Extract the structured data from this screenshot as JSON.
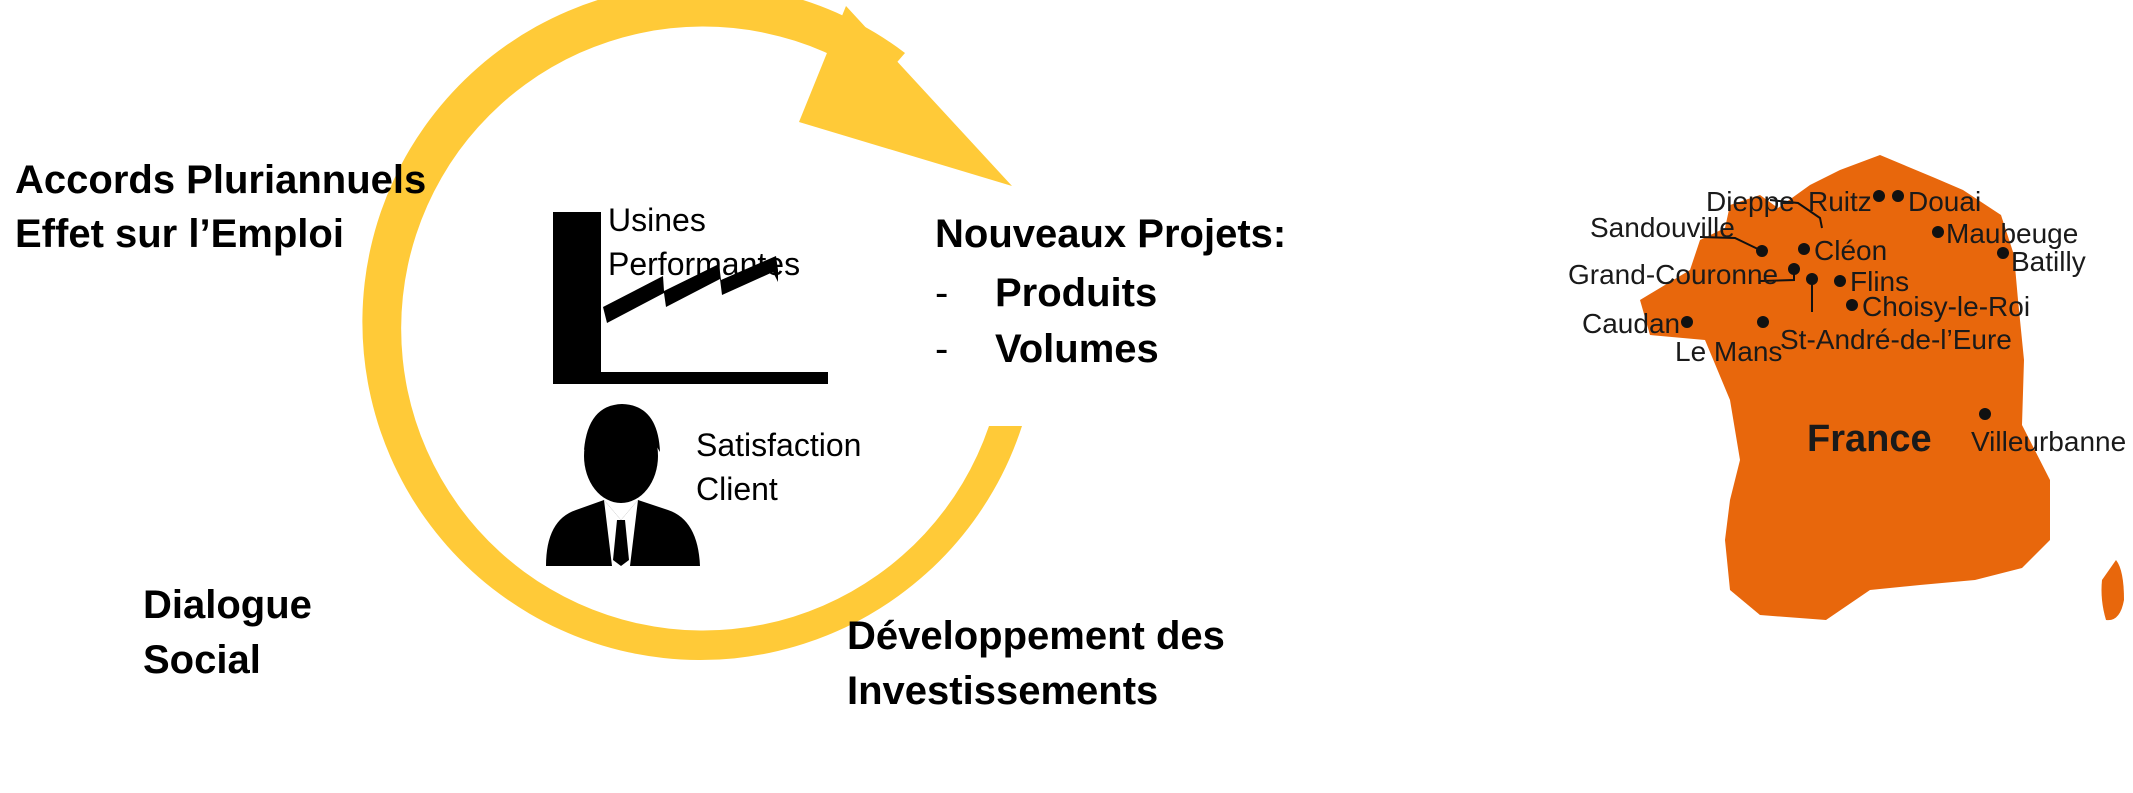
{
  "cycle": {
    "arrow_color": "#FFCA38",
    "labels": {
      "top_left": [
        "Accords Pluriannuels",
        "Effet sur l’Emploi"
      ],
      "bottom_left": [
        "Dialogue",
        "Social"
      ],
      "bottom_right": [
        "Développement des",
        "Investissements"
      ]
    }
  },
  "center": {
    "factory_icon": "factory-icon",
    "factory_label": [
      "Usines",
      "Performantes"
    ],
    "person_icon": "business-person-icon",
    "person_label": [
      "Satisfaction",
      "Client"
    ]
  },
  "projects": {
    "title": "Nouveaux Projets:",
    "items": [
      {
        "bullet": "-",
        "label": "Produits"
      },
      {
        "bullet": "-",
        "label": "Volumes"
      }
    ]
  },
  "map": {
    "fill_color": "#E8670C",
    "country": "France",
    "cities": [
      "Dieppe",
      "Ruitz",
      "Douai",
      "Sandouville",
      "Maubeuge",
      "Cléon",
      "Batilly",
      "Grand-Couronne",
      "Flins",
      "Choisy-le-Roi",
      "Caudan",
      "St-André-de-l’Eure",
      "Le Mans",
      "Villeurbanne"
    ]
  }
}
